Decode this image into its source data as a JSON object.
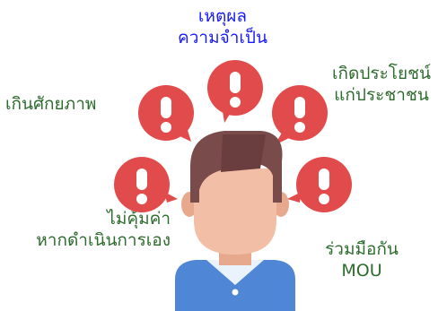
{
  "labels": {
    "top_line1": "เหตุผล",
    "top_line2": "ความจำเป็น",
    "left_upper": "เกินศักยภาพ",
    "right_upper_line1": "เกิดประโยชน์",
    "right_upper_line2": "แก่ประชาชน",
    "left_lower_line1": "ไม่คุ้มค่า",
    "left_lower_line2": "หากดำเนินการเอง",
    "right_lower_line1": "ร่วมมือกัน",
    "right_lower_line2": "MOU"
  },
  "colors": {
    "top_text": "#1a1aff",
    "side_text": "#2e6b2e",
    "bubble": "#e24b4b",
    "bubble_mark": "#ffffff",
    "hair": "#7a4b4b",
    "skin": "#f2bfa6",
    "shirt": "#4f86d6",
    "collar": "#eaf2fb"
  },
  "icons": {
    "bubble": "exclamation-speech-bubble-icon",
    "person": "person-avatar-icon"
  }
}
